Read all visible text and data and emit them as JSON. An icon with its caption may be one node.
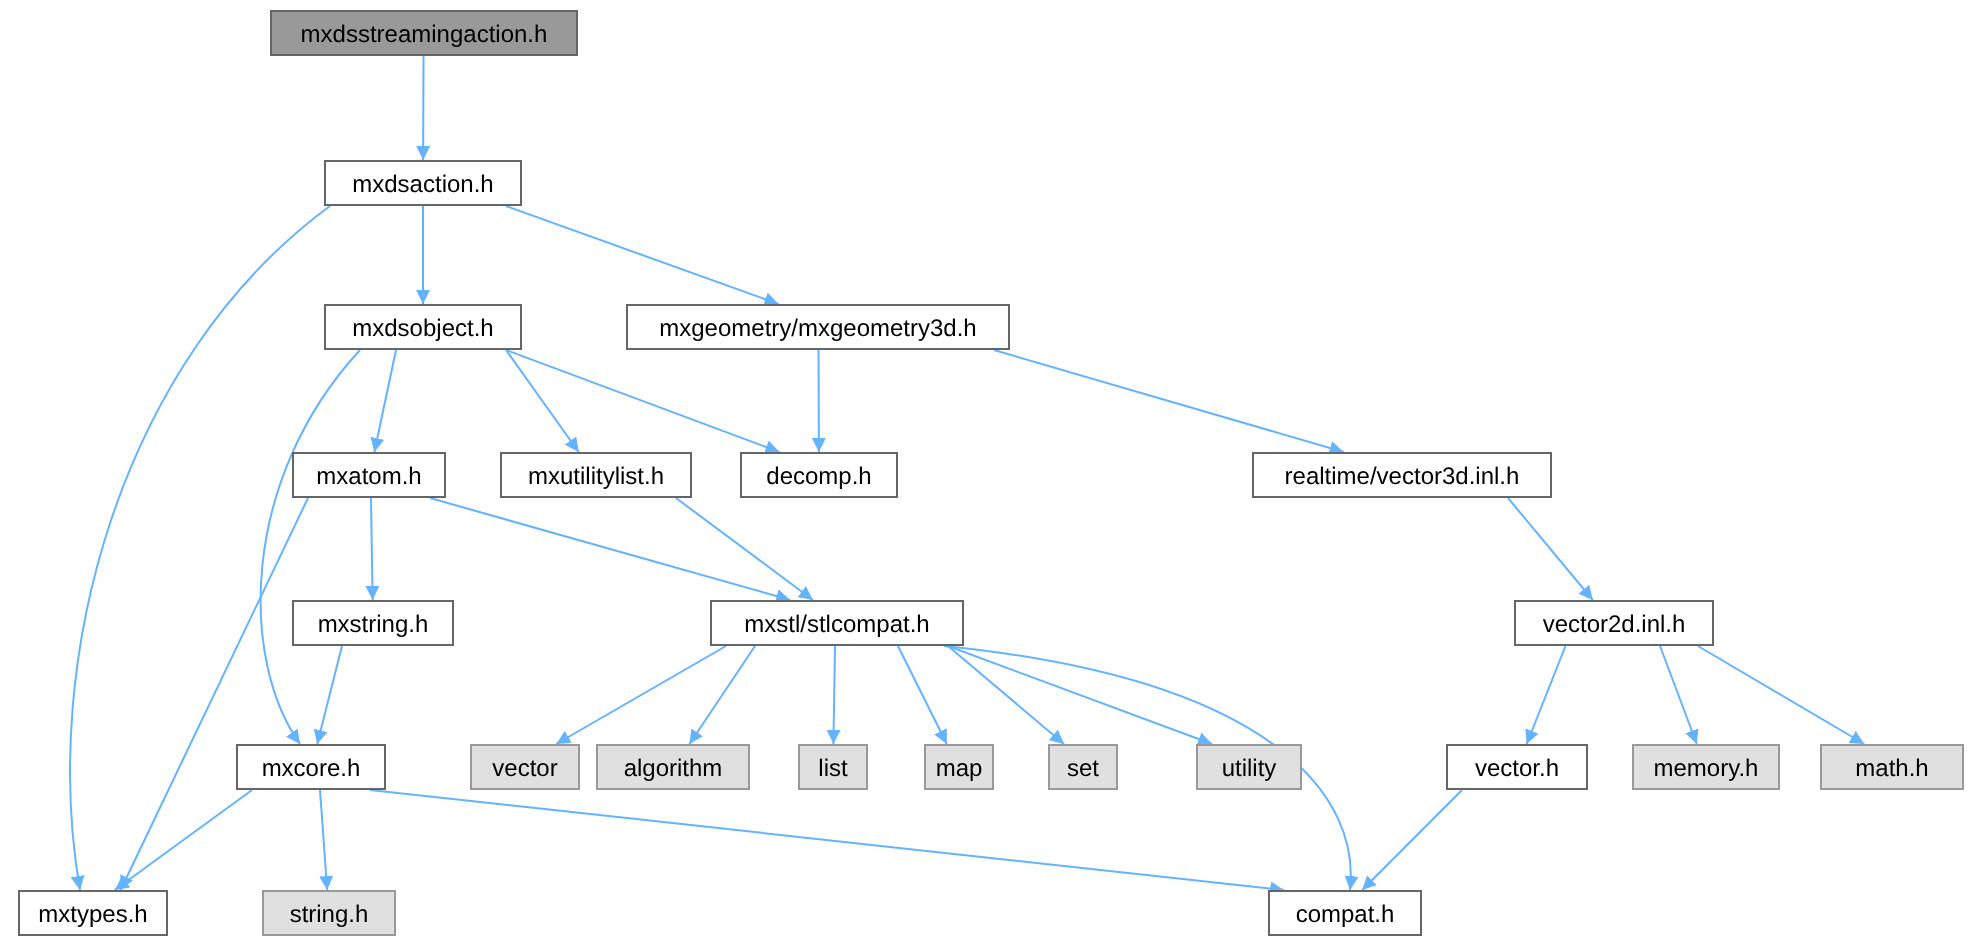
{
  "diagram": {
    "nodes": [
      {
        "text": [
          "mxdsstreamingaction.h"
        ]
      },
      {
        "text": [
          "mxdsaction.h"
        ]
      },
      {
        "text": [
          "mxdsobject.h"
        ]
      },
      {
        "text": [
          "mxgeometry/mxgeometry3d.h"
        ]
      },
      {
        "text": [
          "mxatom.h"
        ]
      },
      {
        "text": [
          "mxutilitylist.h"
        ]
      },
      {
        "text": [
          "decomp.h"
        ]
      },
      {
        "text": [
          "realtime/vector3d.inl.h"
        ]
      },
      {
        "text": [
          "mxstring.h"
        ]
      },
      {
        "text": [
          "mxstl/stlcompat.h"
        ]
      },
      {
        "text": [
          "vector2d.inl.h"
        ]
      },
      {
        "text": [
          "mxcore.h"
        ]
      },
      {
        "text": [
          "vector"
        ]
      },
      {
        "text": [
          "algorithm"
        ]
      },
      {
        "text": [
          "list"
        ]
      },
      {
        "text": [
          "map"
        ]
      },
      {
        "text": [
          "set"
        ]
      },
      {
        "text": [
          "utility"
        ]
      },
      {
        "text": [
          "vector.h"
        ]
      },
      {
        "text": [
          "memory.h"
        ]
      },
      {
        "text": [
          "math.h"
        ]
      },
      {
        "text": [
          "mxtypes.h"
        ]
      },
      {
        "text": [
          "string.h"
        ]
      },
      {
        "text": [
          "compat.h"
        ]
      }
    ],
    "edges": [
      {
        "from": 0,
        "to": 1,
        "arrow": "to"
      },
      {
        "from": 1,
        "to": 2,
        "arrow": "to"
      },
      {
        "from": 1,
        "to": 3,
        "arrow": "to"
      },
      {
        "from": 1,
        "to": 21,
        "arrow": "to"
      },
      {
        "from": 2,
        "to": 4,
        "arrow": "to"
      },
      {
        "from": 2,
        "to": 5,
        "arrow": "to"
      },
      {
        "from": 2,
        "to": 6,
        "arrow": "to"
      },
      {
        "from": 2,
        "to": 11,
        "arrow": "to"
      },
      {
        "from": 3,
        "to": 6,
        "arrow": "to"
      },
      {
        "from": 3,
        "to": 7,
        "arrow": "to"
      },
      {
        "from": 4,
        "to": 8,
        "arrow": "to"
      },
      {
        "from": 4,
        "to": 9,
        "arrow": "to"
      },
      {
        "from": 4,
        "to": 21,
        "arrow": "to"
      },
      {
        "from": 5,
        "to": 9,
        "arrow": "to"
      },
      {
        "from": 7,
        "to": 10,
        "arrow": "to"
      },
      {
        "from": 8,
        "to": 11,
        "arrow": "to"
      },
      {
        "from": 9,
        "to": 12,
        "arrow": "to"
      },
      {
        "from": 9,
        "to": 13,
        "arrow": "to"
      },
      {
        "from": 9,
        "to": 14,
        "arrow": "to"
      },
      {
        "from": 9,
        "to": 15,
        "arrow": "to"
      },
      {
        "from": 9,
        "to": 16,
        "arrow": "to"
      },
      {
        "from": 9,
        "to": 17,
        "arrow": "to"
      },
      {
        "from": 9,
        "to": 23,
        "arrow": "to"
      },
      {
        "from": 10,
        "to": 18,
        "arrow": "to"
      },
      {
        "from": 10,
        "to": 19,
        "arrow": "to"
      },
      {
        "from": 10,
        "to": 20,
        "arrow": "to"
      },
      {
        "from": 11,
        "to": 21,
        "arrow": "to"
      },
      {
        "from": 11,
        "to": 22,
        "arrow": "to"
      },
      {
        "from": 11,
        "to": 23,
        "arrow": "to"
      },
      {
        "from": 18,
        "to": 23,
        "arrow": "to"
      }
    ]
  }
}
